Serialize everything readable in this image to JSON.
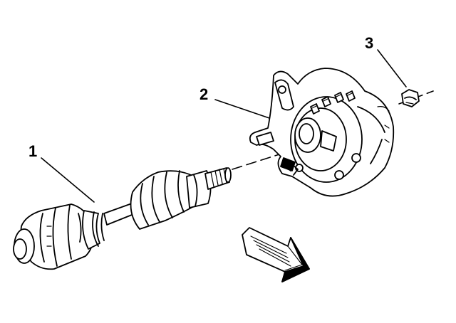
{
  "callouts": [
    {
      "label": "1",
      "part": "drive-axle-shaft"
    },
    {
      "label": "2",
      "part": "hub-knuckle-assembly"
    },
    {
      "label": "3",
      "part": "axle-nut"
    }
  ],
  "colors": {
    "ink": "#000000",
    "paper": "#ffffff",
    "shade": "#7f7f7f"
  },
  "icons": {
    "direction_arrow": "arrow-icon"
  }
}
